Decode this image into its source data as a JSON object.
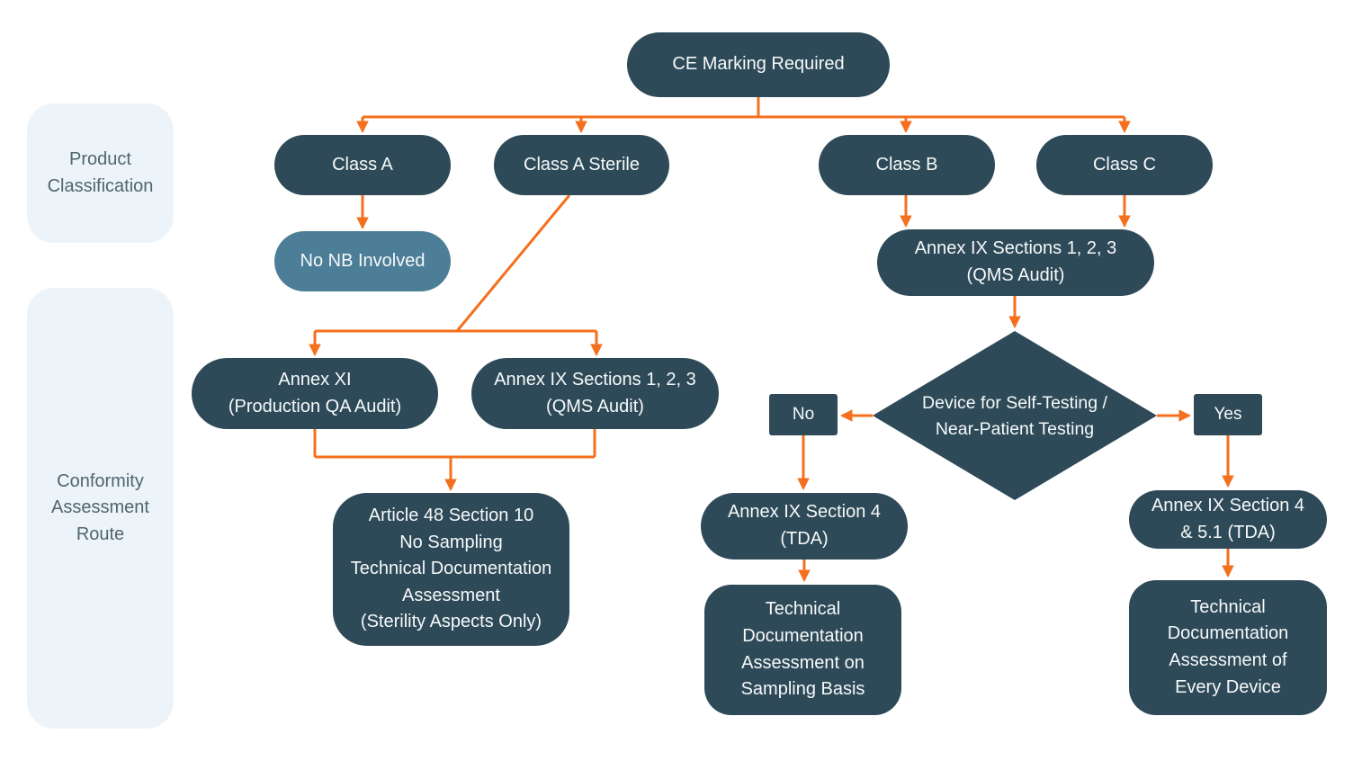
{
  "diagram_title": "CE Marking Required flowchart",
  "colors": {
    "node_dark": "#2E4A58",
    "node_steel_blue": "#4D7E97",
    "arrow_orange": "#F5701E",
    "side_label_bg": "#EDF4F9",
    "side_label_text": "#4F6570",
    "node_text": "#F6F9FA"
  },
  "side_labels": {
    "product": "Product\nClassification",
    "conformity": "Conformity\nAssessment\nRoute"
  },
  "nodes": {
    "root": "CE Marking Required",
    "class_a": "Class A",
    "class_a_sterile": "Class A Sterile",
    "class_b": "Class B",
    "class_c": "Class C",
    "no_nb": "No NB Involved",
    "annex_ix_qms_right": "Annex IX Sections 1, 2, 3\n(QMS Audit)",
    "annex_xi": "Annex XI\n(Production QA Audit)",
    "annex_ix_qms_left": "Annex IX Sections 1, 2, 3\n(QMS Audit)",
    "article_48": "Article 48 Section 10\nNo Sampling\nTechnical Documentation\nAssessment\n(Sterility Aspects Only)",
    "self_test_decision": "Device for Self-Testing /\nNear-Patient Testing",
    "no": "No",
    "yes": "Yes",
    "annex_ix_s4": "Annex IX Section 4\n(TDA)",
    "tda_sampling": "Technical\nDocumentation\nAssessment on\nSampling Basis",
    "annex_ix_s4_51": "Annex IX Section 4\n& 5.1 (TDA)",
    "tda_every": "Technical\nDocumentation\nAssessment of\nEvery Device"
  }
}
